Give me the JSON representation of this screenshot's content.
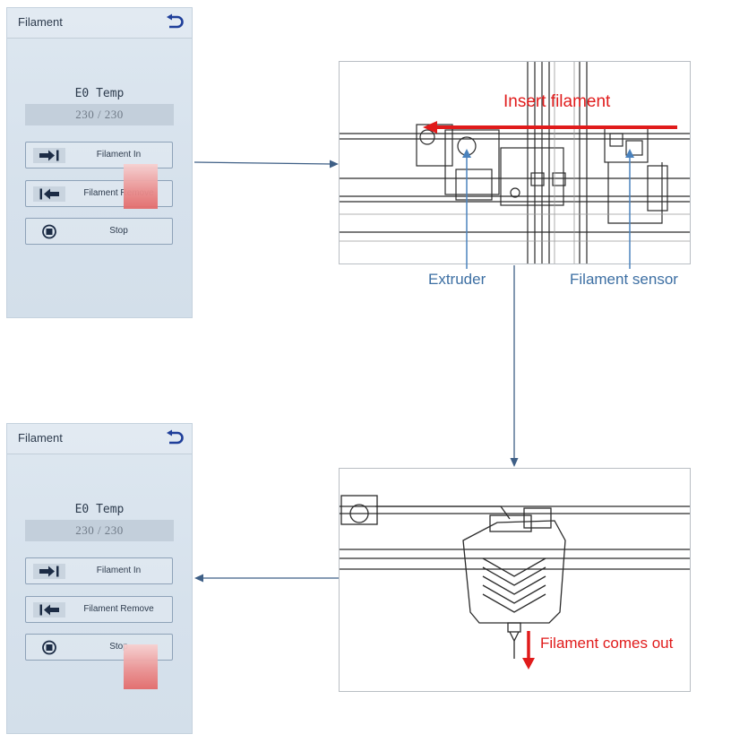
{
  "panels": [
    {
      "title": "Filament",
      "temp_label": "E0 Temp",
      "temp_value": "230 / 230",
      "buttons": [
        {
          "label": "Filament In",
          "icon": "arrow-in-icon"
        },
        {
          "label": "Filament Remove",
          "icon": "arrow-out-icon"
        },
        {
          "label": "Stop",
          "icon": "stop-icon"
        }
      ],
      "active_button": "Filament In"
    },
    {
      "title": "Filament",
      "temp_label": "E0 Temp",
      "temp_value": "230 / 230",
      "buttons": [
        {
          "label": "Filament In",
          "icon": "arrow-in-icon"
        },
        {
          "label": "Filament Remove",
          "icon": "arrow-out-icon"
        },
        {
          "label": "Stop",
          "icon": "stop-icon"
        }
      ],
      "active_button": "Stop"
    }
  ],
  "photo_top": {
    "annotation": "Insert filament",
    "labels": [
      "Extruder",
      "Filament sensor"
    ]
  },
  "photo_bottom": {
    "annotation": "Filament comes out"
  },
  "colors": {
    "panel_bg": "#d6e1ec",
    "annotation_red": "#e01b1b",
    "label_blue": "#3d6fa3",
    "connector": "#3e5f86",
    "touch_mark": "#e36a6a"
  }
}
